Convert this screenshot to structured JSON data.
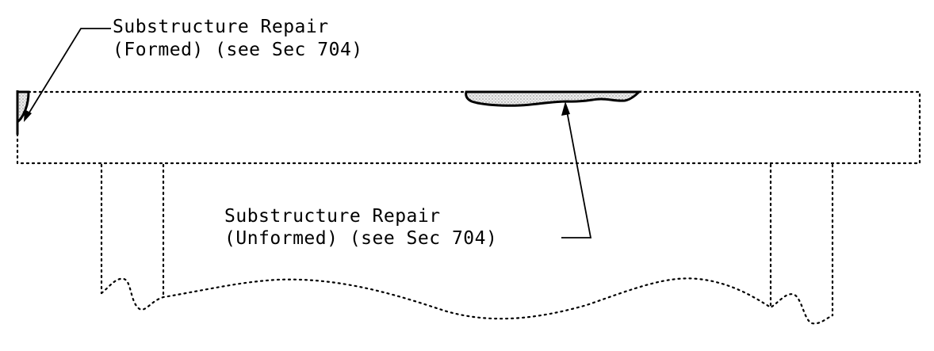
{
  "callouts": {
    "formed": {
      "line1": "Substructure Repair",
      "line2": "(Formed) (see Sec 704)"
    },
    "unformed": {
      "line1": "Substructure Repair",
      "line2": "(Unformed) (see Sec 704)"
    }
  },
  "colors": {
    "ink": "#000000",
    "patch_fill": "#e6e6e6",
    "background": "#ffffff"
  }
}
